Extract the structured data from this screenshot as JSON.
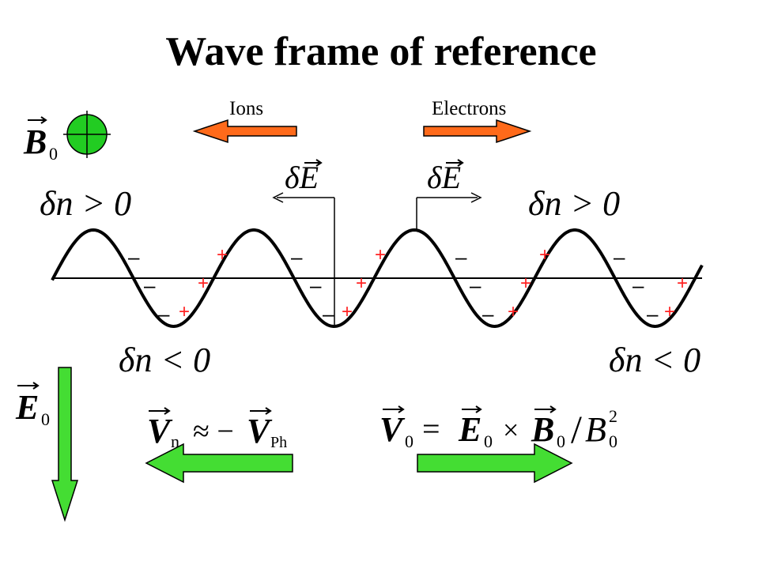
{
  "title": "Wave frame of reference",
  "labels": {
    "ions": "Ions",
    "electrons": "Electrons"
  },
  "symbols": {
    "b0_vec": "B",
    "b0_sub": "0",
    "e0_vec": "E",
    "e0_sub": "0",
    "delta_e_left": "δE",
    "delta_e_right": "δE",
    "dn_positive_left": "δn > 0",
    "dn_positive_right": "δn > 0",
    "dn_negative_left": "δn < 0",
    "dn_negative_right": "δn < 0",
    "vn_eq_v": "V",
    "vn_eq_sub_n": "n",
    "vn_eq_approx": "≈ −",
    "vn_eq_v2": "V",
    "vn_eq_sub_ph": "Ph",
    "v0_eq_v": "V",
    "v0_eq_sub0": "0",
    "v0_eq_equals": "=",
    "v0_eq_e": "E",
    "v0_eq_e_sub": "0",
    "v0_eq_times": "×",
    "v0_eq_b": "B",
    "v0_eq_b_sub": "0",
    "v0_eq_slash": "/",
    "v0_eq_bsq": "B",
    "v0_eq_bsq_sub": "0",
    "v0_eq_bsq_sup": "2"
  },
  "charges": {
    "negative_symbol": "–",
    "positive_symbol": "+"
  },
  "colors": {
    "ion_arrow": "#ff6a1a",
    "electron_arrow": "#ff6a1a",
    "green_arrow": "#44dd33",
    "b0_circle": "#22cc22",
    "positive_charge": "#ff2222",
    "negative_charge": "#000000",
    "wave": "#000000"
  }
}
